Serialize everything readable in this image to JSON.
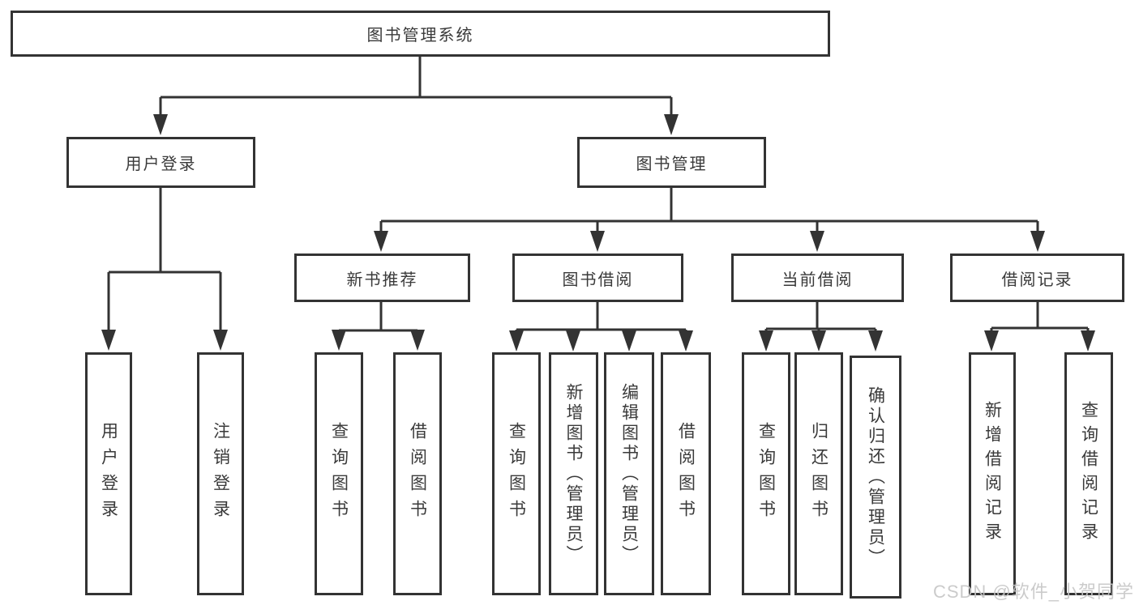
{
  "diagram_title": "图书管理系统",
  "nodes": {
    "root": {
      "label": "图书管理系统"
    },
    "user_login": {
      "label": "用户登录",
      "children": [
        {
          "label": "用户登录"
        },
        {
          "label": "注销登录"
        }
      ]
    },
    "book_mgmt": {
      "label": "图书管理",
      "children": [
        {
          "label": "新书推荐",
          "children": [
            {
              "label": "查询图书"
            },
            {
              "label": "借阅图书"
            }
          ]
        },
        {
          "label": "图书借阅",
          "children": [
            {
              "label": "查询图书"
            },
            {
              "label": "新增图书（管理员）"
            },
            {
              "label": "编辑图书（管理员）"
            },
            {
              "label": "借阅图书"
            }
          ]
        },
        {
          "label": "当前借阅",
          "children": [
            {
              "label": "查询图书"
            },
            {
              "label": "归还图书"
            },
            {
              "label": "确认归还（管理员）"
            }
          ]
        },
        {
          "label": "借阅记录",
          "children": [
            {
              "label": "新增借阅记录"
            },
            {
              "label": "查询借阅记录"
            }
          ]
        }
      ]
    }
  },
  "watermark": "CSDN @软件_小贺同学",
  "colors": {
    "line": "#333333",
    "text": "#3a3a3a",
    "watermark": "#c6c6c6",
    "background": "#ffffff"
  }
}
